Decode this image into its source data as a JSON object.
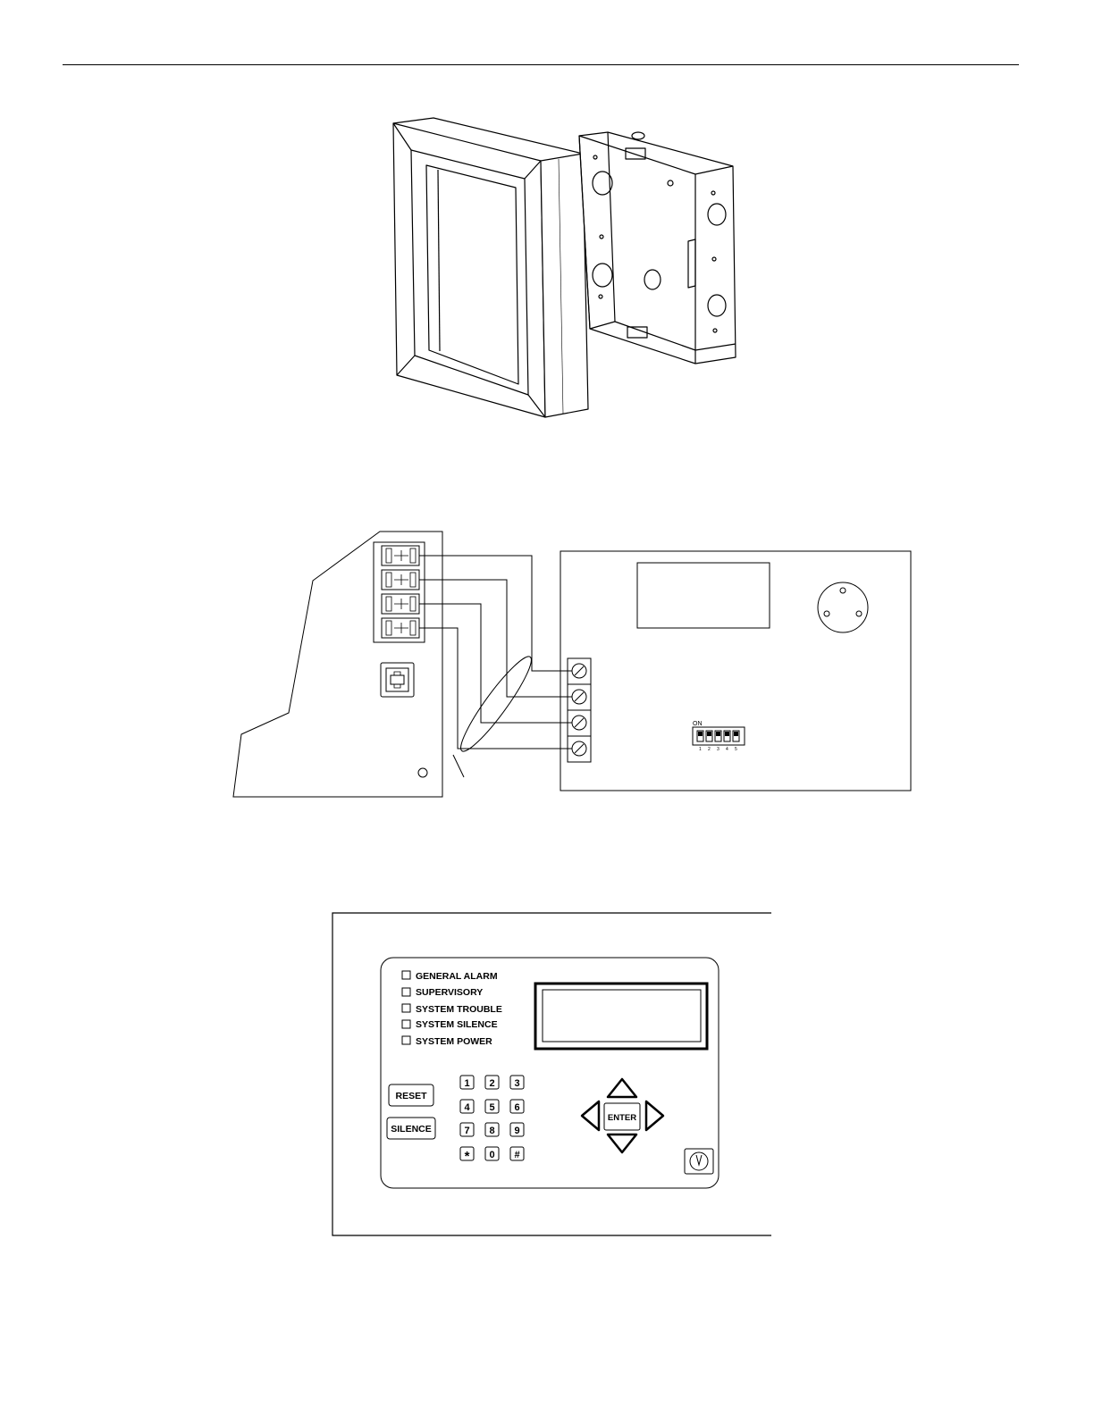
{
  "annunciator": {
    "leds": [
      "GENERAL ALARM",
      "SUPERVISORY",
      "SYSTEM TROUBLE",
      "SYSTEM SILENCE",
      "SYSTEM POWER"
    ],
    "buttons": {
      "reset": "RESET",
      "silence": "SILENCE",
      "enter": "ENTER"
    },
    "keypad": [
      "1",
      "2",
      "3",
      "4",
      "5",
      "6",
      "7",
      "8",
      "9",
      "*",
      "0",
      "#"
    ]
  },
  "wiring": {
    "dip_label": "ON",
    "dip_numbers": [
      "1",
      "2",
      "3",
      "4",
      "5"
    ]
  }
}
